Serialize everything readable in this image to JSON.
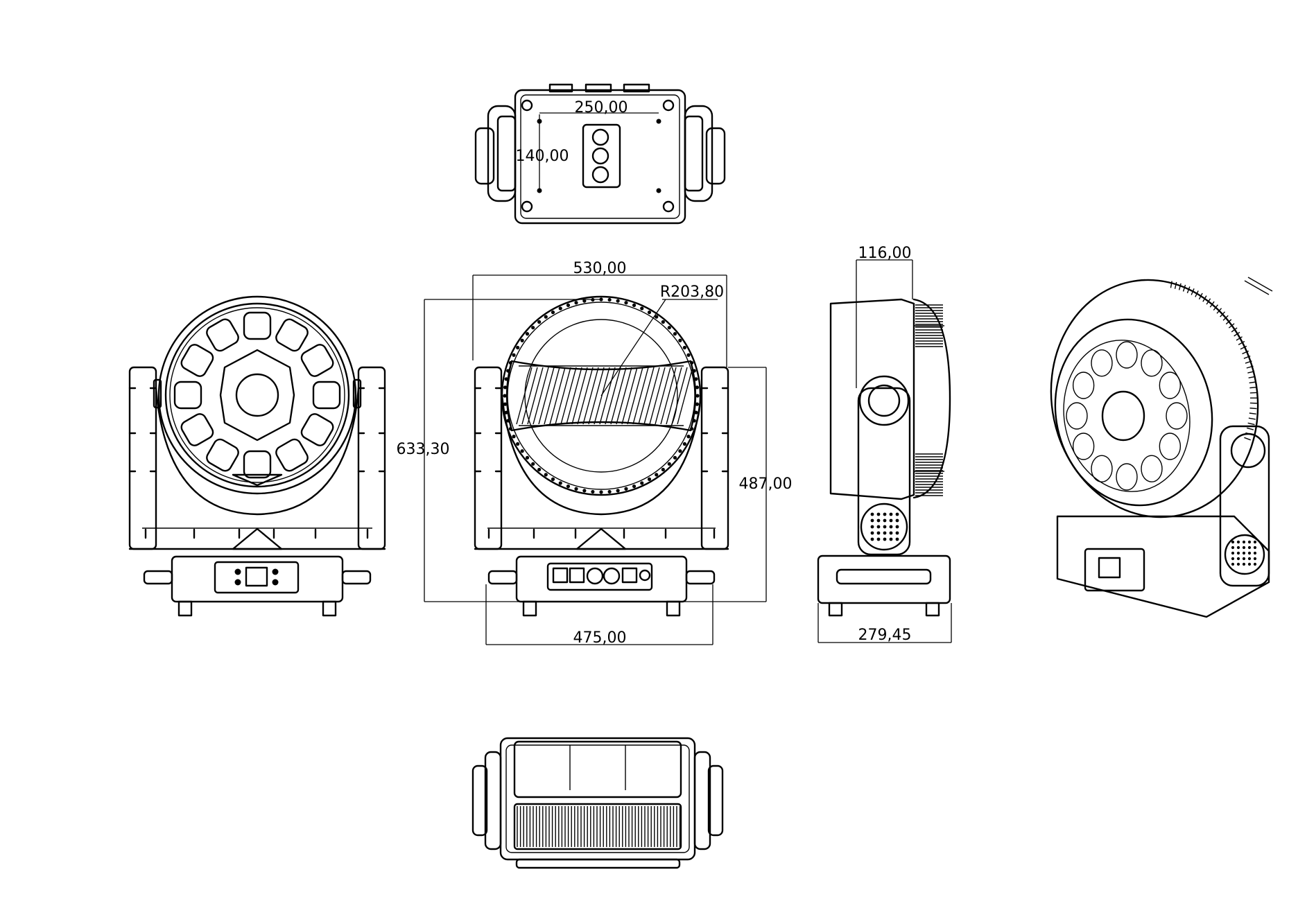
{
  "dimensions": {
    "top_width": "250,00",
    "top_height": "140,00",
    "front_width": "530,00",
    "front_radius": "R203,80",
    "front_height": "633,30",
    "front_yoke_height": "487,00",
    "front_base_width": "475,00",
    "side_top_width": "116,00",
    "side_base_width": "279,45"
  },
  "colors": {
    "line": "#000000",
    "background": "#ffffff"
  }
}
